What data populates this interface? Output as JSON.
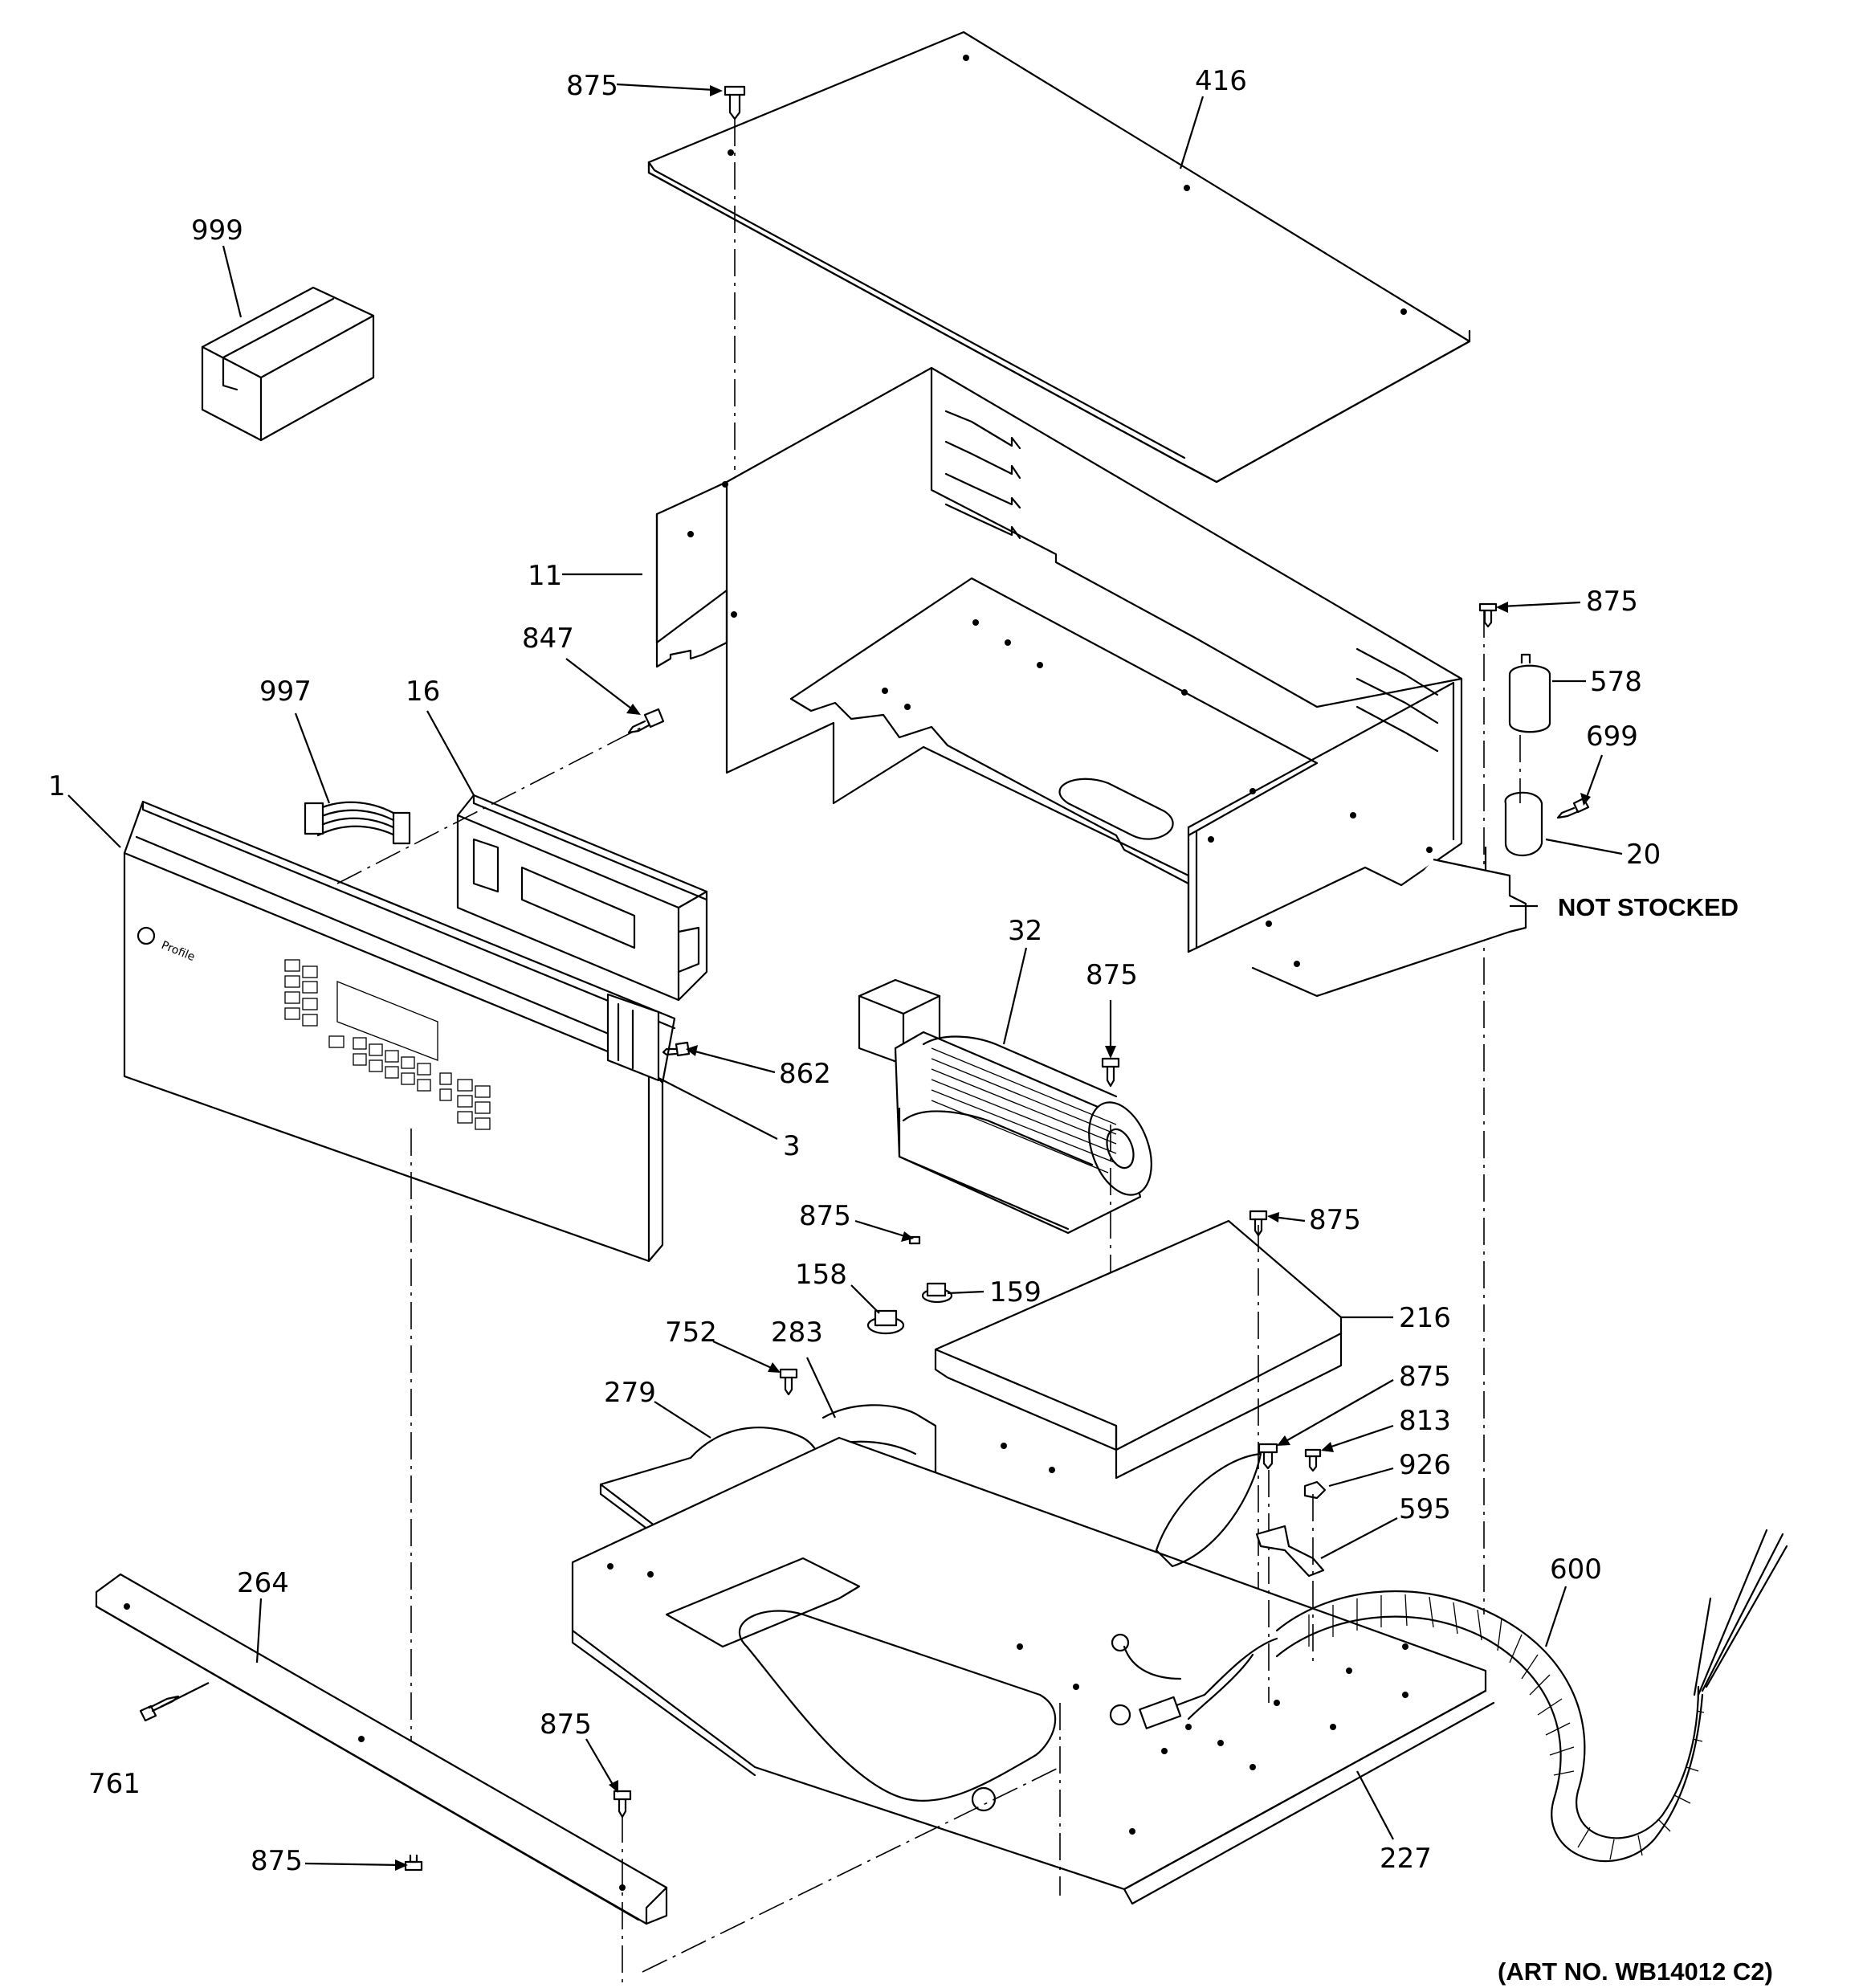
{
  "callouts": {
    "c875_top": "875",
    "c416": "416",
    "c999": "999",
    "c11": "11",
    "c847": "847",
    "c997": "997",
    "c16": "16",
    "c1": "1",
    "c875_right": "875",
    "c578": "578",
    "c699": "699",
    "c20": "20",
    "c32": "32",
    "c875_fan": "875",
    "c862": "862",
    "c3": "3",
    "c875_thermo": "875",
    "c158": "158",
    "c159": "159",
    "c875_duct": "875",
    "c216": "216",
    "c752": "752",
    "c283": "283",
    "c279": "279",
    "c875_clip": "875",
    "c813": "813",
    "c926": "926",
    "c595": "595",
    "c600": "600",
    "c264": "264",
    "c761": "761",
    "c875_bottom": "875",
    "c875_lower": "875",
    "c227": "227"
  },
  "notes": {
    "not_stocked": "NOT STOCKED",
    "art_no": "(ART NO. WB14012 C2)"
  }
}
